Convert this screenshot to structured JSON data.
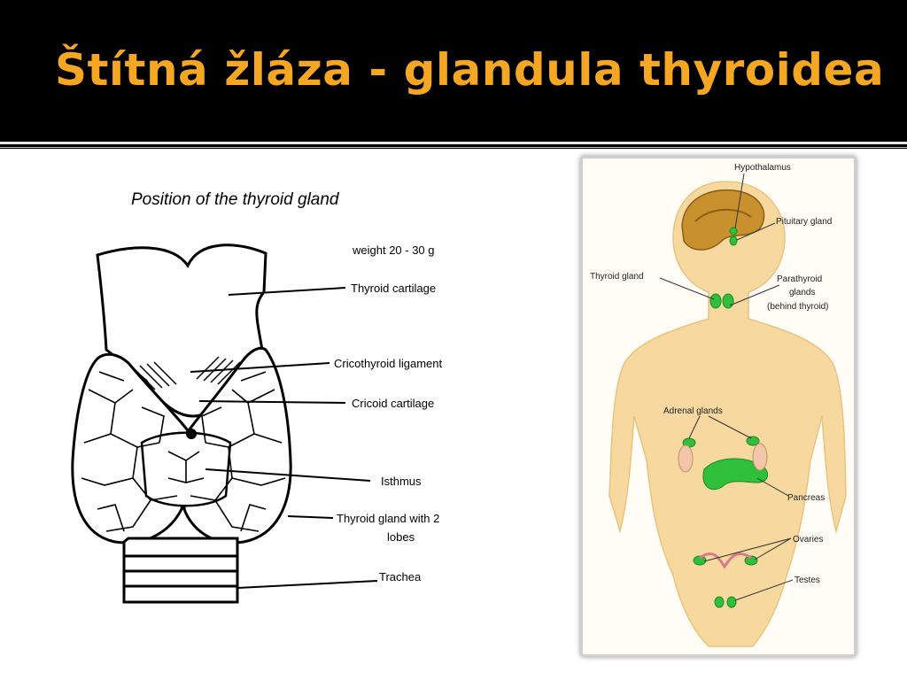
{
  "slide": {
    "title": "Štítná žláza - glandula thyroidea"
  },
  "left_diagram": {
    "title": "Position of the thyroid gland",
    "weight": "weight 20 - 30 g",
    "labels": {
      "thyroid_cartilage": "Thyroid cartilage",
      "cricothyroid_ligament": "Cricothyroid ligament",
      "cricoid_cartilage": "Cricoid cartilage",
      "isthmus": "Isthmus",
      "thyroid_gland_lobes_1": "Thyroid gland with 2",
      "thyroid_gland_lobes_2": "lobes",
      "trachea": "Trachea"
    }
  },
  "right_diagram": {
    "labels": {
      "hypothalamus": "Hypothalamus",
      "pituitary": "Pituitary gland",
      "thyroid": "Thyroid gland",
      "parathyroid_1": "Parathyroid",
      "parathyroid_2": "glands",
      "parathyroid_3": "(behind thyroid)",
      "adrenal": "Adrenal glands",
      "pancreas": "Pancreas",
      "ovaries": "Ovaries",
      "testes": "Testes"
    },
    "colors": {
      "gland": "#2fbf3a",
      "skin": "#f7d79a",
      "brain": "#c9902e"
    }
  }
}
